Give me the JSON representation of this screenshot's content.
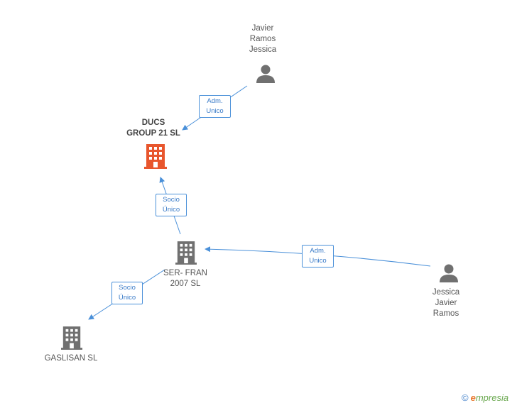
{
  "nodes": {
    "javier_ramos_top": {
      "label": "Javier\nRamos\nJessica"
    },
    "ducs": {
      "label": "DUCS\nGROUP 21 SL"
    },
    "serfran": {
      "label": "SER- FRAN\n2007 SL"
    },
    "gaslisan": {
      "label": "GASLISAN SL"
    },
    "jessica_right": {
      "label": "Jessica\nJavier\nRamos"
    }
  },
  "edges": {
    "adm_top": {
      "label": "Adm.\nUnico"
    },
    "socio_ducs": {
      "label": "Socio\nÚnico"
    },
    "adm_right": {
      "label": "Adm.\nUnico"
    },
    "socio_gaslisan": {
      "label": "Socio\nÚnico"
    }
  },
  "footer": {
    "copyright": "©",
    "brand_e": "e",
    "brand_rest": "mpresia"
  },
  "colors": {
    "edge": "#4a90d9",
    "main_company": "#e8562d",
    "company": "#707070",
    "person": "#707070"
  }
}
